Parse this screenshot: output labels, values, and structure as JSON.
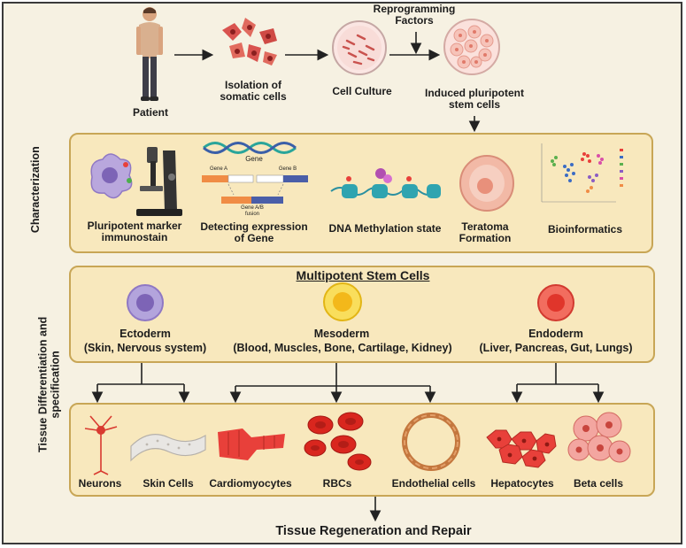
{
  "top_flow": {
    "patient": "Patient",
    "isolation": "Isolation of\nsomatic cells",
    "culture": "Cell Culture",
    "reprogramming": "Reprogramming\nFactors",
    "ipsc": "Induced pluripotent\nstem cells"
  },
  "characterization": {
    "side_label": "Characterization",
    "items": [
      {
        "label": "Pluripotent marker\nimmunostain",
        "icon": "microscope-icon"
      },
      {
        "label": "Detecting expression\nof Gene",
        "icon": "dna-icon"
      },
      {
        "label": "DNA Methylation state",
        "icon": "methylation-icon"
      },
      {
        "label": "Teratoma\nFormation",
        "icon": "teratoma-icon"
      },
      {
        "label": "Bioinformatics",
        "icon": "scatter-plot-icon"
      }
    ],
    "gene_tags": [
      "Gene",
      "Gene A",
      "Gene B",
      "Gene A/B\nfusion"
    ]
  },
  "differentiation": {
    "side_label": "Tissue Differentiation and\nspecification",
    "title": "Multipotent Stem Cells",
    "germ_layers": [
      {
        "name": "Ectoderm",
        "desc": "(Skin, Nervous system)",
        "color": "#8e7bc4"
      },
      {
        "name": "Mesoderm",
        "desc": "(Blood, Muscles, Bone, Cartilage, Kidney)",
        "color": "#f3c81a"
      },
      {
        "name": "Endoderm",
        "desc": "(Liver, Pancreas, Gut, Lungs)",
        "color": "#e8403a"
      }
    ],
    "cell_types": [
      "Neurons",
      "Skin Cells",
      "Cardiomyocytes",
      "RBCs",
      "Endothelial cells",
      "Hepatocytes",
      "Beta cells"
    ]
  },
  "result": "Tissue Regeneration and Repair",
  "colors": {
    "panel_fill": "#f8e8bd",
    "panel_border": "#c8a656",
    "background": "#f6f1e2",
    "arrow": "#222222"
  }
}
